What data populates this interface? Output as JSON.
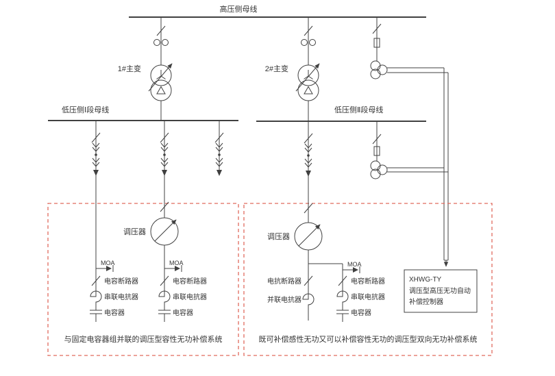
{
  "diagram": {
    "hv_busbar_label": "高压侧母线",
    "transformer1_label": "1#主变",
    "transformer2_label": "2#主变",
    "lv_busbar1_label": "低压侧Ⅰ段母线",
    "lv_busbar2_label": "低压侧Ⅱ段母线",
    "left_system": {
      "regulator_label": "调压器",
      "branch_a": {
        "moa_label": "MOA",
        "breaker_label": "电容断路器",
        "reactor_label": "串联电抗器",
        "capacitor_label": "电容器"
      },
      "branch_b": {
        "moa_label": "MOA",
        "breaker_label": "电容断路器",
        "reactor_label": "串联电抗器",
        "capacitor_label": "电容器"
      },
      "caption": "与固定电容器组并联的调压型容性无功补偿系统"
    },
    "right_system": {
      "regulator_label": "调压器",
      "reactor_branch": {
        "breaker_label": "电抗断路器",
        "reactor_label": "并联电抗器"
      },
      "capacitor_branch": {
        "moa_label": "MOA",
        "breaker_label": "电容断路器",
        "reactor_label": "串联电抗器",
        "capacitor_label": "电容器"
      },
      "controller": {
        "model": "XHWG-TY",
        "name_line1": "调压型高压无功自动",
        "name_line2": "补偿控制器"
      },
      "caption": "既可补偿感性无功又可以补偿容性无功的调压型双向无功补偿系统"
    },
    "colors": {
      "line": "#404040",
      "text": "#333333",
      "box_border": "#e06a5e",
      "background": "#ffffff"
    }
  }
}
